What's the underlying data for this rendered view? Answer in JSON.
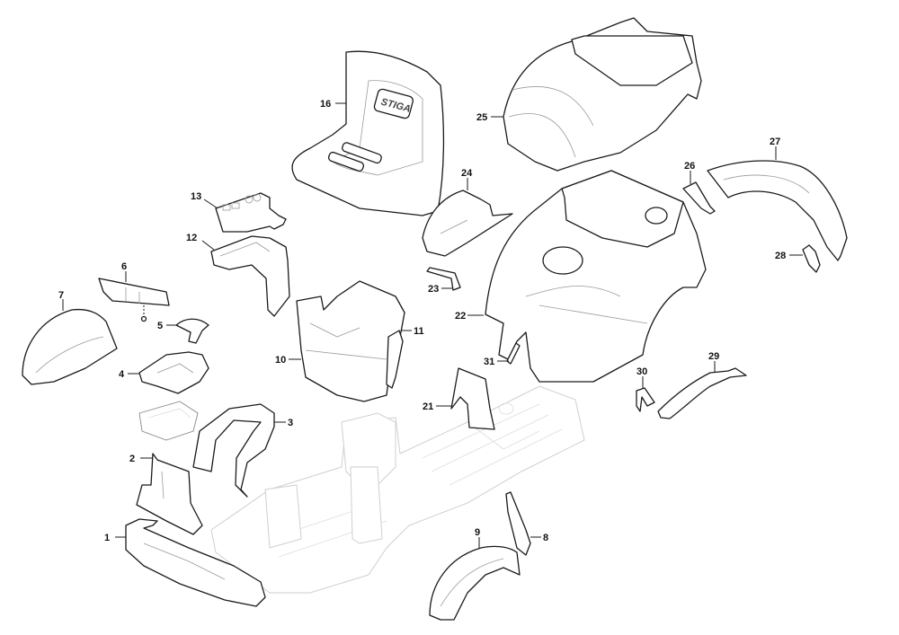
{
  "diagram": {
    "title": "Bodywork exploded parts diagram",
    "seat_logo": "STIGA",
    "callouts": [
      {
        "id": "1",
        "label": "1"
      },
      {
        "id": "2",
        "label": "2"
      },
      {
        "id": "3",
        "label": "3"
      },
      {
        "id": "4",
        "label": "4"
      },
      {
        "id": "5",
        "label": "5"
      },
      {
        "id": "6",
        "label": "6"
      },
      {
        "id": "7",
        "label": "7"
      },
      {
        "id": "8",
        "label": "8"
      },
      {
        "id": "9",
        "label": "9"
      },
      {
        "id": "10",
        "label": "10"
      },
      {
        "id": "11",
        "label": "11"
      },
      {
        "id": "12",
        "label": "12"
      },
      {
        "id": "13",
        "label": "13"
      },
      {
        "id": "16",
        "label": "16"
      },
      {
        "id": "21",
        "label": "21"
      },
      {
        "id": "22",
        "label": "22"
      },
      {
        "id": "23",
        "label": "23"
      },
      {
        "id": "24",
        "label": "24"
      },
      {
        "id": "25",
        "label": "25"
      },
      {
        "id": "26",
        "label": "26"
      },
      {
        "id": "27",
        "label": "27"
      },
      {
        "id": "28",
        "label": "28"
      },
      {
        "id": "29",
        "label": "29"
      },
      {
        "id": "30",
        "label": "30"
      },
      {
        "id": "31",
        "label": "31"
      }
    ],
    "colors": {
      "part_outline": "#1a1a1a",
      "frame_outline": "#cfcfcf",
      "background": "#ffffff"
    }
  }
}
